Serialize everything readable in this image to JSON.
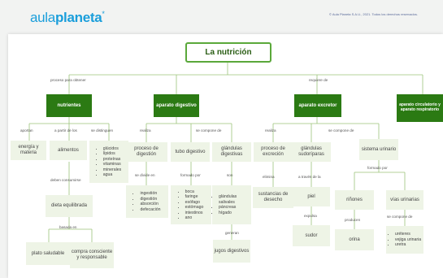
{
  "header": {
    "logo_part1": "aula",
    "logo_part2": "planeta",
    "logo_mark": "*",
    "copyright": "© Aula Planeta S.A.U., 2021. Todos los derechos reservados."
  },
  "map": {
    "title": "La nutrición",
    "connectors": {
      "proceso": "proceso para obtener",
      "requiere": "requiere de",
      "aportan": "aportan",
      "a_partir": "a partir de los",
      "se_distinguen": "se distinguen",
      "realiza_1": "realiza",
      "se_compone_1": "se compone de",
      "realiza_2": "realiza",
      "se_compone_2": "se compone de",
      "se_divide": "se divide en",
      "formado_1": "formado por",
      "son": "son",
      "generan": "generan",
      "deben_consumirse": "deben consumirse",
      "basada_en": "basada en",
      "elimina": "elimina",
      "a_traves": "a través de la",
      "expulsa": "expulsa",
      "formado_2": "formado por",
      "producen": "producen",
      "se_compone_3": "se compone de"
    },
    "nodes": {
      "nutrientes": "nutrientes",
      "aparato_digestivo": "aparato digestivo",
      "aparato_excretor": "aparato excretor",
      "aparato_circulatorio": "aparato circulatorio y aparato respiratorio",
      "energia": "energía y materia",
      "alimentos": "alimentos",
      "proceso_digestion": "proceso de digestión",
      "tubo_digestivo": "tubo digestivo",
      "glandulas_digestivas": "glándulas digestivas",
      "proceso_excrecion": "proceso de excreción",
      "glandulas_sudoriparas": "glándulas sudoríparas",
      "sistema_urinario": "sistema urinario",
      "dieta": "dieta equilibrada",
      "plato": "plato saludable",
      "compra": "compra consciente y responsable",
      "jugos": "jugos digestivos",
      "sustancias": "sustancias de desecho",
      "piel": "piel",
      "sudor": "sudor",
      "rinones": "riñones",
      "vias": "vías urinarias",
      "orina": "orina"
    },
    "lists": {
      "nutrientes": [
        "glúcidos",
        "lípidos",
        "proteínas",
        "vitaminas",
        "minerales",
        "agua"
      ],
      "digestion": [
        "ingestión",
        "digestión",
        "absorción",
        "defecación"
      ],
      "tubo": [
        "boca",
        "faringe",
        "esófago",
        "estómago",
        "intestinos",
        "ano"
      ],
      "glandulas": [
        "glándulas salivales",
        "páncreas",
        "hígado"
      ],
      "vias": [
        "uréteres",
        "vejiga urinaria",
        "uretra"
      ]
    }
  }
}
